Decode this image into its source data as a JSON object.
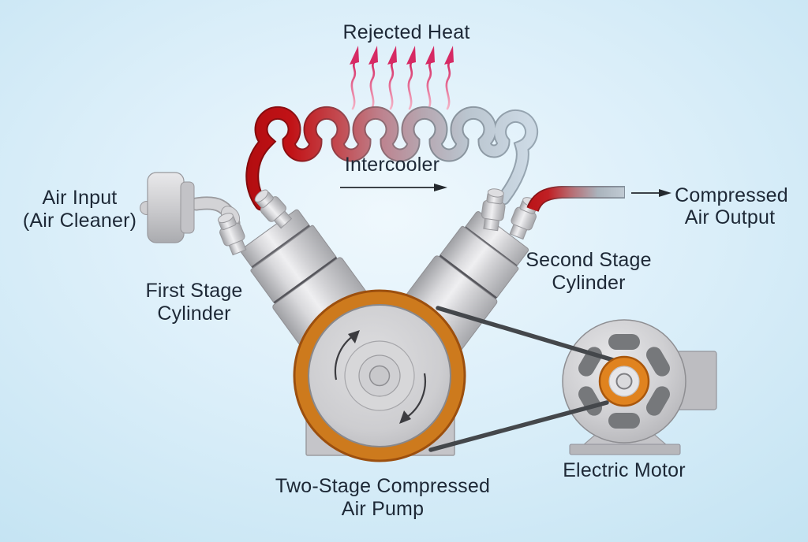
{
  "labels": {
    "rejected_heat": "Rejected Heat",
    "intercooler": "Intercooler",
    "air_input_line1": "Air Input",
    "air_input_line2": "(Air Cleaner)",
    "first_stage_cylinder_line1": "First Stage",
    "first_stage_cylinder_line2": "Cylinder",
    "second_stage_cylinder_line1": "Second Stage",
    "second_stage_cylinder_line2": "Cylinder",
    "compressed_air_output_line1": "Compressed",
    "compressed_air_output_line2": "Air Output",
    "electric_motor": "Electric Motor",
    "pump_line1": "Two-Stage Compressed",
    "pump_line2": "Air Pump"
  },
  "colors": {
    "background_blue": "#cfe9f6",
    "label_text": "#1d2836",
    "hot_pipe_red": "#c01114",
    "cool_pipe_blue": "#ccd9e4",
    "heat_arrow_pink": "#d62a64",
    "flywheel_rim_orange": "#cd7a1d",
    "pulley_orange": "#e0831f",
    "metal_grey": "#c9c9cd",
    "belt_dark": "#44474b",
    "vent_grey": "#76787b"
  },
  "counts": {
    "heat_arrows": 6,
    "motor_vents": 6
  },
  "flow": {
    "flywheel_rotation": "clockwise",
    "intercooler_flow": "left-to-right",
    "output_flow": "right"
  }
}
